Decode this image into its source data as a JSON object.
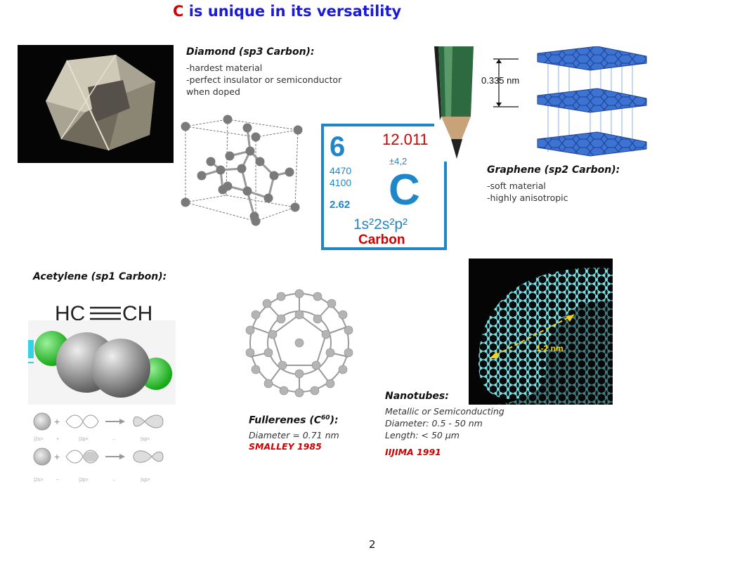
{
  "title": {
    "element": "C",
    "rest": "is unique in its versatility"
  },
  "diamond": {
    "heading": "Diamond (sp3 Carbon):",
    "lines": [
      "-hardest material",
      "-perfect insulator or semiconductor",
      "when doped"
    ]
  },
  "graphene": {
    "heading": "Graphene (sp2 Carbon):",
    "lines": [
      "-soft material",
      "-highly anisotropic"
    ],
    "spacing": "0.335 nm"
  },
  "element_tile": {
    "atomic_number": "6",
    "atomic_mass": "12.011",
    "oxidation": "±4,2",
    "boiling": "4470",
    "melting": "4100",
    "density": "2.62",
    "symbol": "C",
    "configuration": "1s²2s²p²",
    "name": "Carbon"
  },
  "acetylene": {
    "heading": "Acetylene (sp1 Carbon):",
    "formula_left": "HC",
    "formula_right": "CH"
  },
  "fullerenes": {
    "heading_main": "Fullerenes (C",
    "heading_sup": "60",
    "heading_end": "):",
    "diameter": "Diameter = 0.71 nm",
    "credit": "SMALLEY 1985"
  },
  "nanotubes": {
    "heading": "Nanotubes:",
    "lines": [
      "Metallic or Semiconducting",
      "Diameter: 0.5 - 50 nm",
      "Length: < 50 μm"
    ],
    "credit": "IIJIMA 1991",
    "diameter_label": "1-2 nm"
  },
  "page_number": "2",
  "colors": {
    "title_blue": "#1a1ad8",
    "accent_red": "#d40000",
    "tile_blue": "#1f86c8",
    "nanotube": "#62d0d6",
    "graphene": "#3d74d4"
  }
}
